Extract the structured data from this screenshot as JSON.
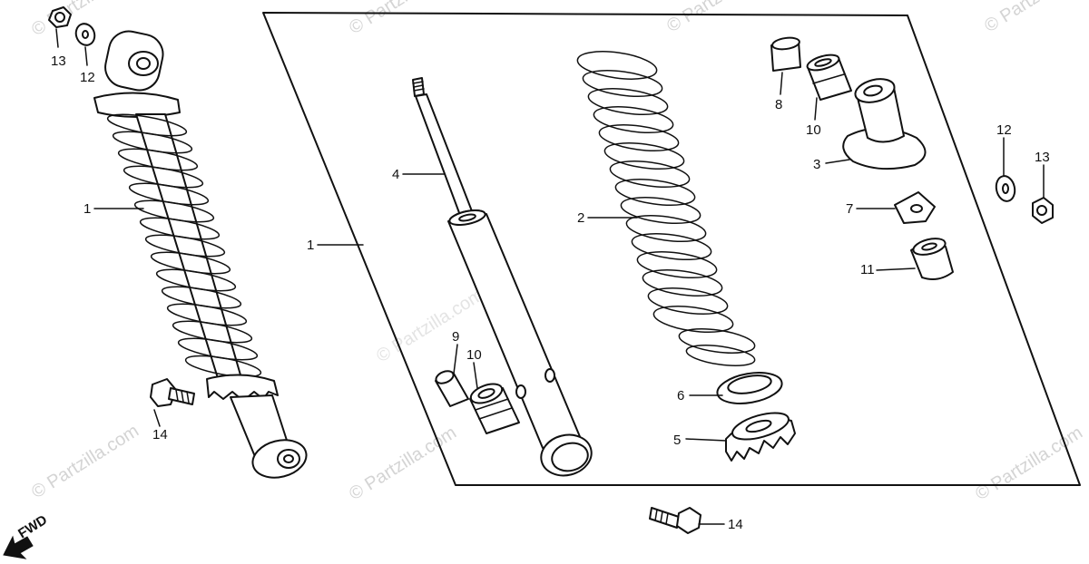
{
  "watermark": "© Partzilla.com",
  "fwd_label": "FWD",
  "callouts": {
    "c13_left": "13",
    "c12_left": "12",
    "c1_left": "1",
    "c14_left": "14",
    "c1_frame": "1",
    "c4": "4",
    "c9": "9",
    "c10_bottom": "10",
    "c2": "2",
    "c6": "6",
    "c5": "5",
    "c14_bottom": "14",
    "c8": "8",
    "c10_top": "10",
    "c3": "3",
    "c7": "7",
    "c11": "11",
    "c12_right": "12",
    "c13_right": "13"
  },
  "colors": {
    "ink": "#111111",
    "watermark": "#d4d4d4",
    "background": "#ffffff"
  }
}
